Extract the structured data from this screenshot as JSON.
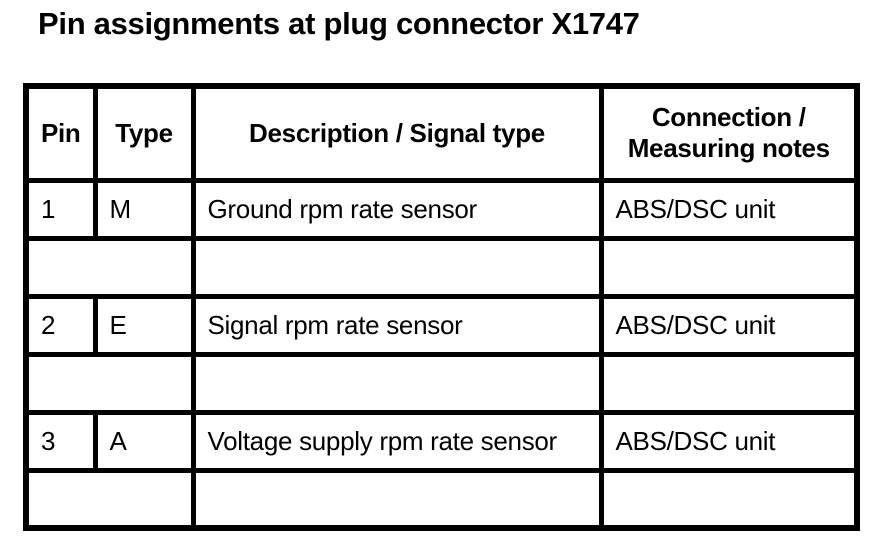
{
  "page_title": "Pin assignments at plug connector X1747",
  "colors": {
    "border": "#000000",
    "background": "#ffffff",
    "text": "#000000"
  },
  "table": {
    "headers": {
      "pin": "Pin",
      "type": "Type",
      "description": "Description / Signal type",
      "connection": "Connection /\nMeasuring notes"
    },
    "rows": [
      {
        "pin": "1",
        "type": "M",
        "description": "Ground rpm rate sensor",
        "connection": "ABS/DSC unit"
      },
      {
        "pin": "",
        "description": "",
        "connection": ""
      },
      {
        "pin": "2",
        "type": "E",
        "description": "Signal rpm rate sensor",
        "connection": "ABS/DSC unit"
      },
      {
        "pin": "",
        "description": "",
        "connection": ""
      },
      {
        "pin": "3",
        "type": "A",
        "description": "Voltage supply rpm rate sensor",
        "connection": "ABS/DSC unit"
      },
      {
        "pin": "",
        "description": "",
        "connection": ""
      }
    ]
  }
}
